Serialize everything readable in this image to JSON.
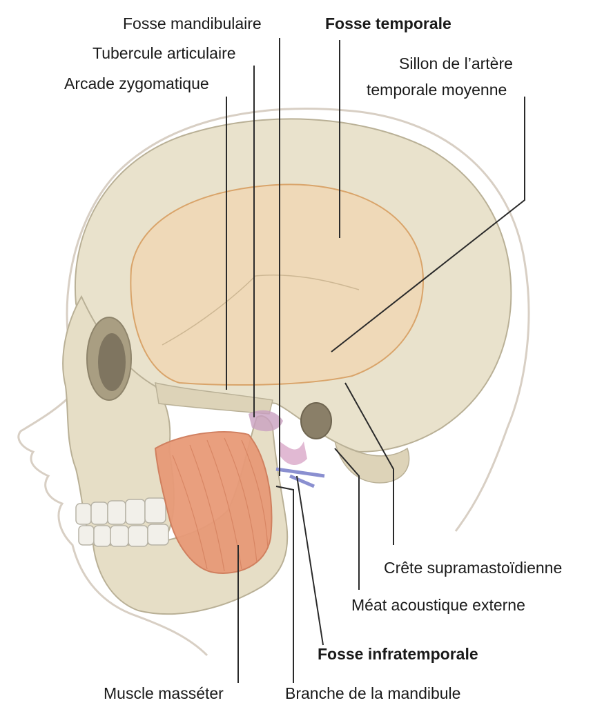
{
  "labels": {
    "fosse_mandibulaire": "Fosse mandibulaire",
    "tubercule_articulaire": "Tubercule articulaire",
    "arcade_zygomatique": "Arcade zygomatique",
    "fosse_temporale": "Fosse temporale",
    "sillon_line1": "Sillon de l’artère",
    "sillon_line2": "temporale moyenne",
    "crete_supramastoidienne": "Crête supramastoïdienne",
    "meat_acoustique": "Méat acoustique externe",
    "fosse_infratemporale": "Fosse infratemporale",
    "muscle_masseter": "Muscle masséter",
    "branche_mandibule": "Branche de la mandibule"
  },
  "colors": {
    "bone": "#e9e2cc",
    "bone_shadow": "#cfc6aa",
    "temporal_fossa": "#efd9b8",
    "temporal_fossa_border": "#d9a46a",
    "masseter": "#e89a78",
    "soft_tissue_outline": "#d8cfc4",
    "leader_line": "#2a2a2a",
    "vessel": "#8a8fd0",
    "joint": "#c9a0c0"
  },
  "icons": [
    "skull-illustration"
  ]
}
